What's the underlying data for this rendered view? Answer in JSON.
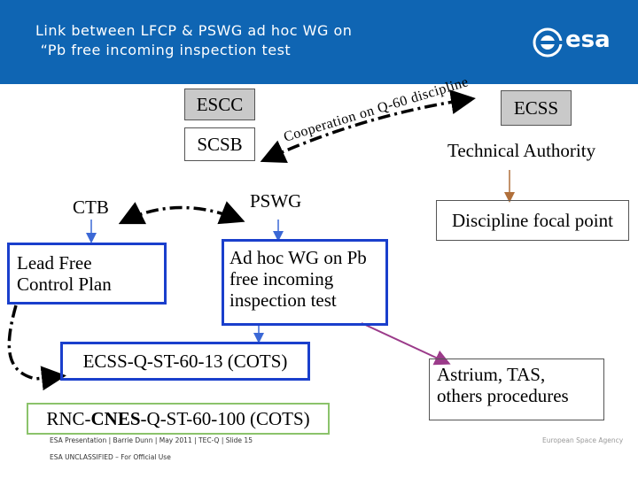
{
  "header": {
    "title_line1": "Link between LFCP & PSWG ad hoc WG on",
    "title_line2": " “Pb free incoming inspection test",
    "logo_text": "esa"
  },
  "nodes": {
    "escc": "ESCC",
    "scsb": "SCSB",
    "ctb": "CTB",
    "lead_free_line1": "Lead Free",
    "lead_free_line2": "Control Plan",
    "pswg": "PSWG",
    "adhoc_line1": "Ad hoc WG on Pb",
    "adhoc_line2": "free incoming",
    "adhoc_line3": "inspection test",
    "ecss_q_st": "ECSS-Q-ST-60-13 (COTS)",
    "rnc_prefix": "RNC-",
    "rnc_bold": "CNES",
    "rnc_suffix": "-Q-ST-60-100 (COTS)",
    "ecss": "ECSS",
    "technical_authority": "Technical Authority",
    "discipline_focal_point": "Discipline focal point",
    "astrium_line1": "Astrium, TAS,",
    "astrium_line2": "others procedures"
  },
  "link_label": "Cooperation on Q-60 discipline",
  "footer": {
    "line1": "ESA Presentation | Barrie Dunn | May 2011 | TEC-Q | Slide 15",
    "line2": "ESA UNCLASSIFIED – For Official Use",
    "agency": "European Space Agency"
  },
  "colors": {
    "header_bg": "#0f65b3",
    "box_border_blue": "#1a3fcc",
    "box_border_green": "#8bc36b",
    "escc_fill": "#c9c9c9",
    "ecss_fill": "#c9c9c9",
    "arrow_blue": "#3b68d6",
    "arrow_brown": "#b06f3a",
    "arrow_purple": "#9b3b8a"
  }
}
